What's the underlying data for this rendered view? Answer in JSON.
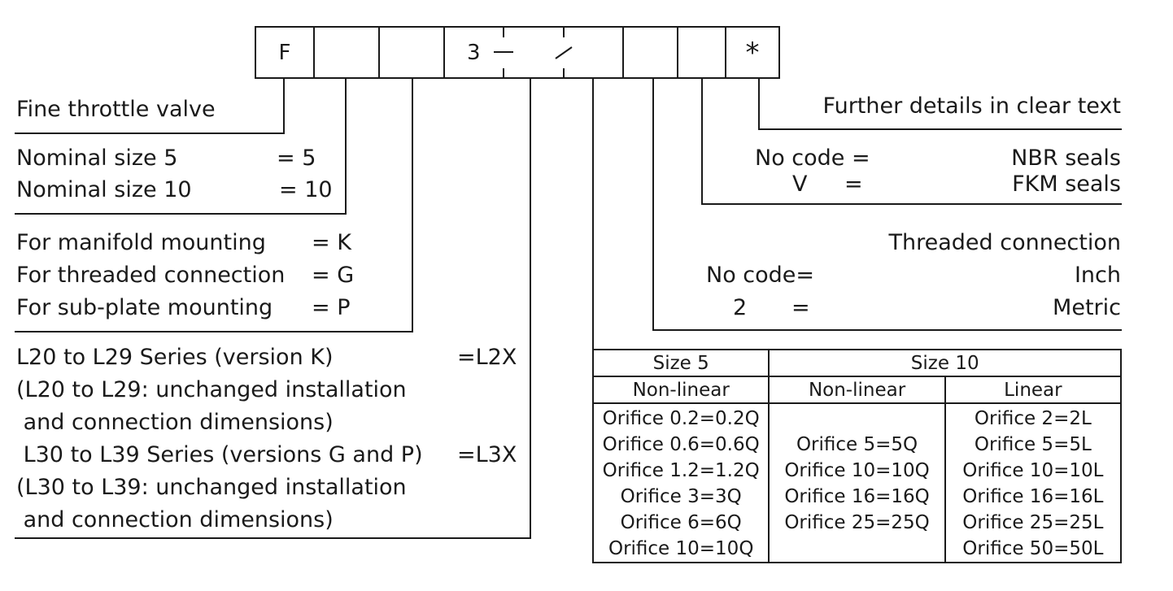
{
  "code_boxes": {
    "f": "F",
    "three": "3",
    "star": "*"
  },
  "left": {
    "fine_throttle": "Fine throttle valve",
    "nominal5_label": "Nominal size 5",
    "nominal5_code": "=  5",
    "nominal10_label": "Nominal size 10",
    "nominal10_code": "= 10",
    "manifold_label": "For manifold mounting",
    "manifold_code": "= K",
    "threaded_label": "For threaded connection",
    "threaded_code": "= G",
    "subplate_label": "For sub-plate mounting",
    "subplate_code": "= P",
    "series1_l1": "L20 to L29 Series (version K)",
    "series1_code": "=L2X",
    "series1_l2": "(L20 to L29: unchanged installation",
    "series1_l3": " and connection dimensions)",
    "series2_l1": " L30 to L39 Series (versions G and P)",
    "series2_code": "=L3X",
    "series2_l2": "(L30 to L39: unchanged installation",
    "series2_l3": " and connection dimensions)"
  },
  "right": {
    "further": "Further details in clear text",
    "nocode_seal": "No code =",
    "nbr": "NBR seals",
    "v_label": "V",
    "v_eq": "=",
    "fkm": "FKM seals",
    "threaded_conn": "Threaded connection",
    "nocode_thread": "No code=",
    "inch": "Inch",
    "two": "2",
    "two_eq": "=",
    "metric": "Metric"
  },
  "orifice_table": {
    "size5": "Size 5",
    "size10": "Size 10",
    "nonlinear5": "Non-linear",
    "nonlinear10": "Non-linear",
    "linear10": "Linear",
    "col_size5_nonlinear": [
      "Orifice 0.2=0.2Q",
      "Orifice 0.6=0.6Q",
      "Orifice 1.2=1.2Q",
      "Orifice 3=3Q",
      "Orifice 6=6Q",
      "Orifice 10=10Q"
    ],
    "col_size10_nonlinear": [
      "",
      "Orifice 5=5Q",
      "Orifice 10=10Q",
      "Orifice 16=16Q",
      "Orifice 25=25Q",
      ""
    ],
    "col_size10_linear": [
      "Orifice 2=2L",
      "Orifice 5=5L",
      "Orifice 10=10L",
      "Orifice 16=16L",
      "Orifice 25=25L",
      "Orifice 50=50L"
    ]
  }
}
